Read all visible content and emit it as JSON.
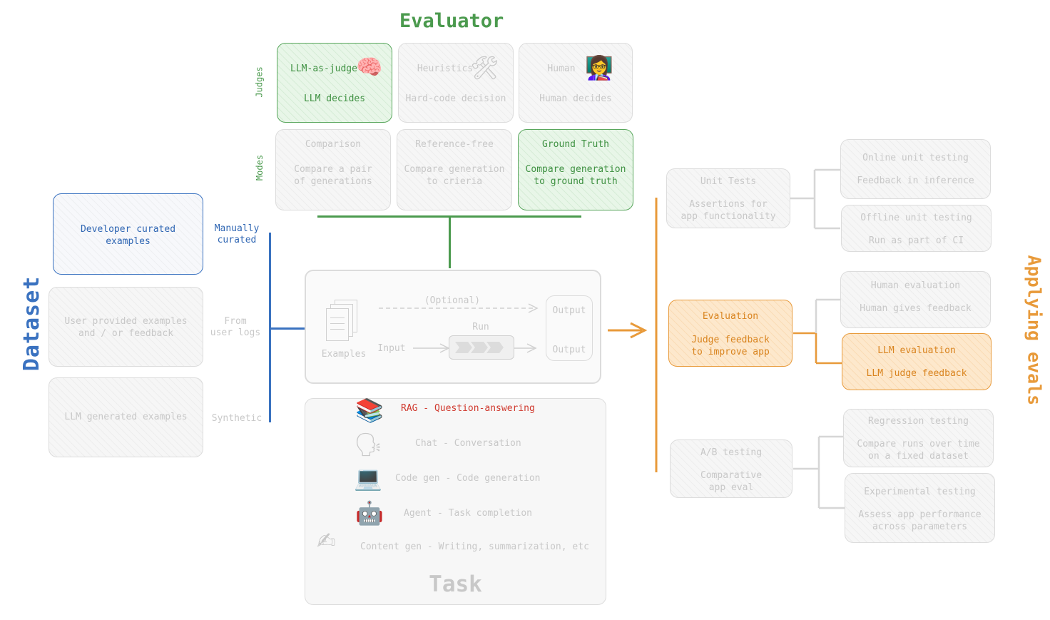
{
  "evaluator": {
    "title": "Evaluator",
    "judges_label": "Judges",
    "modes_label": "Modes",
    "judges": [
      {
        "title": "LLM-as-judge",
        "desc": "LLM decides",
        "icon": "brain-icon"
      },
      {
        "title": "Heuristics",
        "desc": "Hard-code decision",
        "icon": "tools-icon"
      },
      {
        "title": "Human",
        "desc": "Human decides",
        "icon": "teacher-icon"
      }
    ],
    "modes": [
      {
        "title": "Comparison",
        "desc": "Compare a pair\nof generations"
      },
      {
        "title": "Reference-free",
        "desc": "Compare generation\nto crieria"
      },
      {
        "title": "Ground Truth",
        "desc": "Compare generation\nto ground truth"
      }
    ]
  },
  "dataset": {
    "title": "Dataset",
    "sources": [
      {
        "box": "Developer curated\nexamples",
        "label": "Manually\ncurated"
      },
      {
        "box": "User provided examples\nand / or feedback",
        "label": "From\nuser logs"
      },
      {
        "box": "LLM generated examples",
        "label": "Synthetic"
      }
    ]
  },
  "run": {
    "examples_label": "Examples",
    "optional_label": "(Optional)",
    "input_label": "Input",
    "run_label": "Run",
    "output_top": "Output",
    "output_bottom": "Output"
  },
  "task": {
    "title": "Task",
    "items": [
      {
        "icon": "books-icon",
        "label": "RAG - Question-answering"
      },
      {
        "icon": "speaking-head-icon",
        "label": "Chat - Conversation"
      },
      {
        "icon": "laptop-icon",
        "label": "Code gen - Code generation"
      },
      {
        "icon": "robot-icon",
        "label": "Agent - Task completion"
      },
      {
        "icon": "writing-hand-icon",
        "label": "Content gen - Writing, summarization, etc"
      }
    ]
  },
  "applying": {
    "title": "Applying evals",
    "groups": [
      {
        "title": "Unit Tests",
        "desc": "Assertions for\napp functionality",
        "children": [
          {
            "title": "Online unit testing",
            "desc": "Feedback in inference"
          },
          {
            "title": "Offline unit testing",
            "desc": "Run as part of CI"
          }
        ]
      },
      {
        "title": "Evaluation",
        "desc": "Judge feedback\nto improve app",
        "children": [
          {
            "title": "Human evaluation",
            "desc": "Human gives feedback"
          },
          {
            "title": "LLM evaluation",
            "desc": "LLM judge feedback"
          }
        ]
      },
      {
        "title": "A/B testing",
        "desc": "Comparative\napp eval",
        "children": [
          {
            "title": "Regression testing",
            "desc": "Compare runs over time\non a fixed dataset"
          },
          {
            "title": "Experimental testing",
            "desc": "Assess app performance\nacross parameters"
          }
        ]
      }
    ]
  },
  "colors": {
    "green": "#3f9142",
    "blue": "#2f66b3",
    "orange": "#e89a3a",
    "red": "#d03a2f",
    "gray": "#c8c8c8"
  }
}
